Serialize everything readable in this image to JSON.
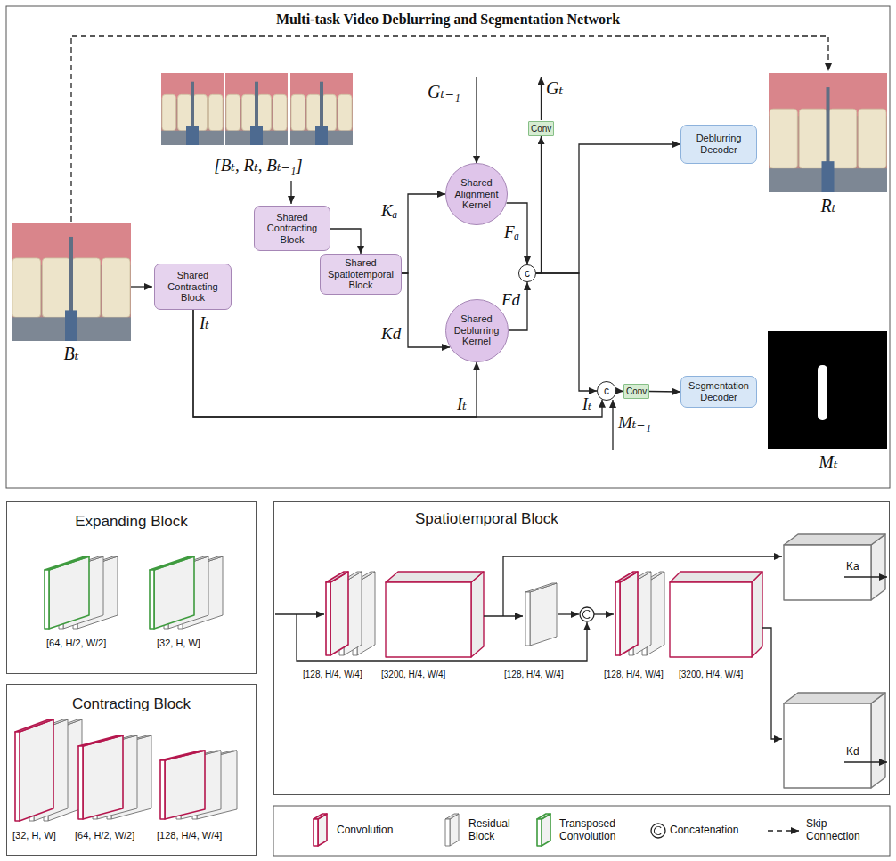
{
  "diagram": {
    "title": "Multi-task Video Deblurring and Segmentation Network",
    "nodes": [
      {
        "text": [
          "Shared Contracting Block"
        ]
      },
      {
        "text": [
          "Shared Spatiotemporal Block"
        ]
      },
      {
        "text": [
          "Shared Contracting Block"
        ]
      },
      {
        "text": [
          "Conv"
        ]
      },
      {
        "text": [
          "Shared Alignment Kernel"
        ]
      },
      {
        "text": [
          "Deblurring Decoder"
        ]
      },
      {
        "text": [
          "c"
        ]
      },
      {
        "text": [
          "Shared Deblurring Kernel"
        ]
      },
      {
        "text": [
          "c"
        ]
      },
      {
        "text": [
          "Conv"
        ]
      },
      {
        "text": [
          "Segmentation Decoder"
        ]
      },
      {
        "text": [
          "Expanding Block"
        ]
      },
      {
        "text": [
          "Contracting Block"
        ]
      },
      {
        "text": [
          "Spatiotemporal Block"
        ]
      }
    ],
    "edges": [
      {
        "from": 0,
        "to": 1,
        "arrow": "to"
      },
      {
        "from": 1,
        "to": 4,
        "arrow": "to",
        "label": "Kₐ"
      },
      {
        "from": 1,
        "to": 7,
        "arrow": "to",
        "label": "Kd"
      },
      {
        "from": 4,
        "to": 6,
        "arrow": "to",
        "label": "Fₐ"
      },
      {
        "from": 7,
        "to": 6,
        "arrow": "to",
        "label": "Fd"
      },
      {
        "from": 6,
        "to": 3,
        "arrow": "to"
      },
      {
        "from": 6,
        "to": 5,
        "arrow": "to"
      },
      {
        "from": 6,
        "to": 8,
        "arrow": "to"
      },
      {
        "from": 2,
        "to": 7,
        "arrow": "to",
        "label": "Iₜ"
      },
      {
        "from": 2,
        "to": 8,
        "arrow": "to",
        "label": "Iₜ"
      },
      {
        "from": 8,
        "to": 9,
        "arrow": "to"
      },
      {
        "from": 9,
        "to": 10,
        "arrow": "to"
      }
    ],
    "labels": [
      "Bₜ",
      "[Bₜ, Rₜ, Bₜ₋₁]",
      "Gₜ₋₁",
      "Gₜ",
      "Rₜ",
      "Iₜ",
      "Mₜ₋₁",
      "Mₜ",
      "[64, H/2, W/2]",
      "[32, H, W]",
      "[32, H, W]",
      "[64, H/2, W/2]",
      "[128, H/4, W/4]",
      "[128, H/4, W/4]",
      "[3200, H/4, W/4]",
      "[128, H/4, W/4]",
      "[128, H/4, W/4]",
      "[3200, H/4, W/4]",
      "Ka",
      "Kd"
    ],
    "legend": [
      {
        "text": "Convolution"
      },
      {
        "text": "Residual Block"
      },
      {
        "text": "Transposed Convolution"
      },
      {
        "text": "Concatenation"
      },
      {
        "text": "Skip Connection"
      }
    ]
  }
}
